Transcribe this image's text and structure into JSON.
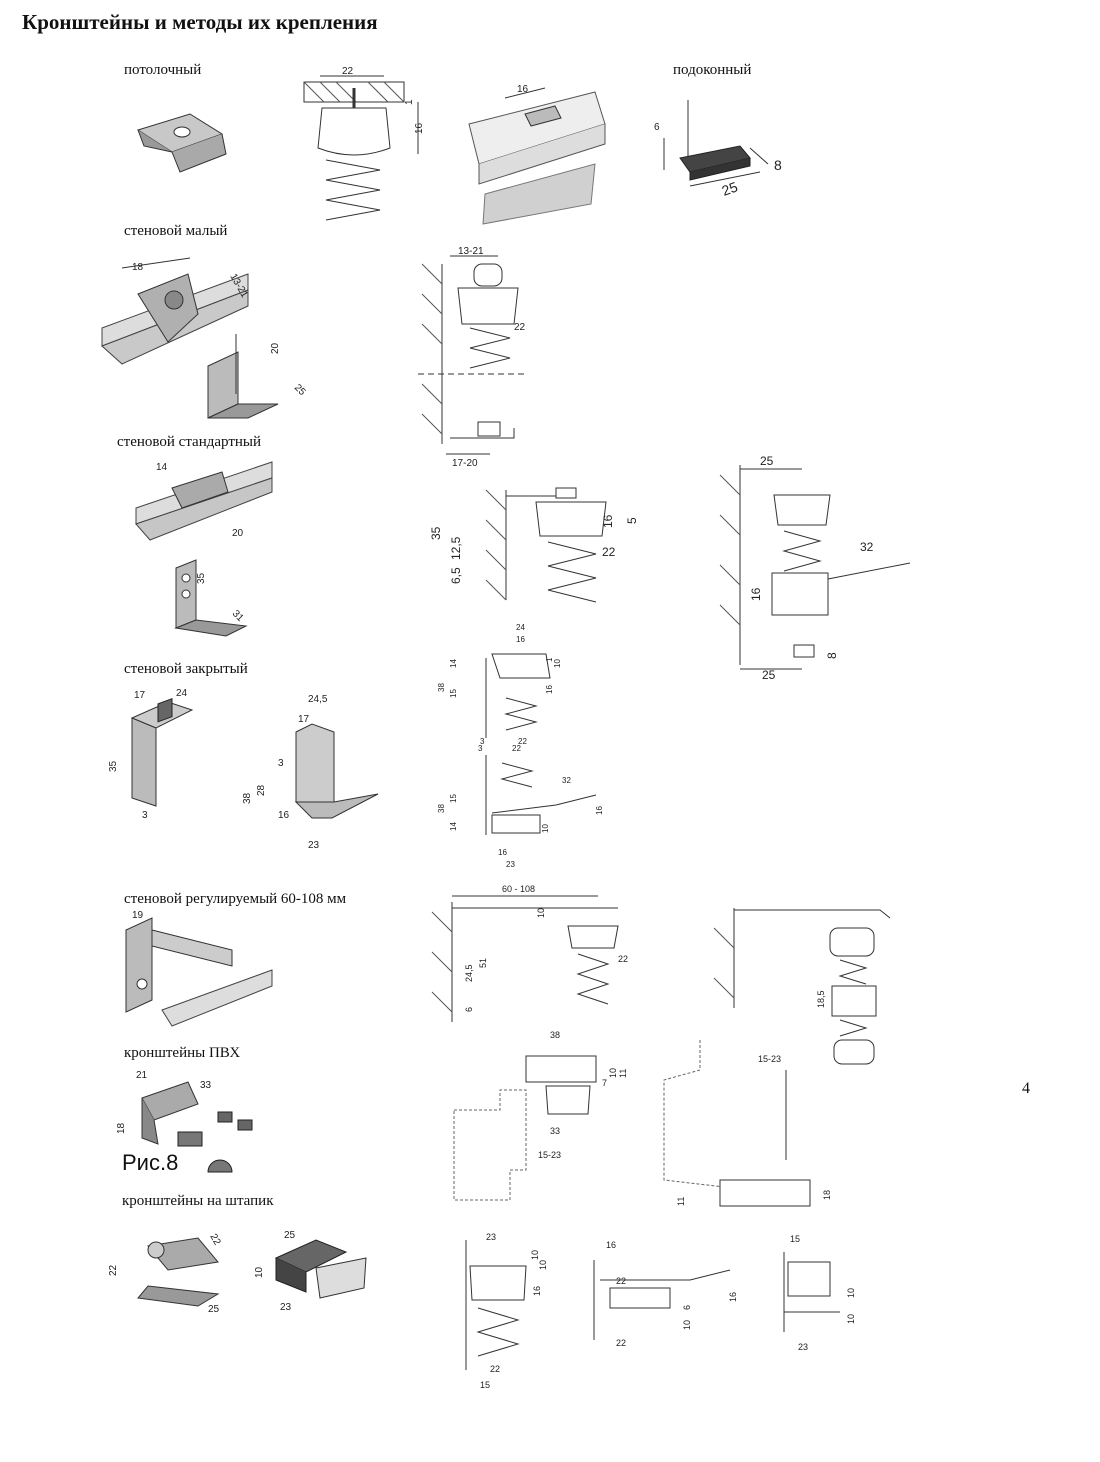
{
  "document": {
    "title": "Кронштейны и методы их крепления",
    "figure_caption": "Рис.8",
    "page_number": "4"
  },
  "sections": {
    "ceiling": "потолочный",
    "sill": "подоконный",
    "wall_small": "стеновой малый",
    "wall_standard": "стеновой стандартный",
    "wall_closed": "стеновой закрытый",
    "wall_adjustable": "стеновой регулируемый 60-108 мм",
    "pvc": "кронштейны ПВХ",
    "bead": "кронштейны на штапик"
  },
  "dims": {
    "ceiling": [
      "22",
      "1",
      "16"
    ],
    "ceiling_clip": [
      "16"
    ],
    "sill": [
      "6",
      "25",
      "8"
    ],
    "wall_small_iso": [
      "18",
      "13-21",
      "20",
      "25"
    ],
    "wall_small_draw": [
      "13-21",
      "22",
      "17-20"
    ],
    "wall_std_iso": [
      "14",
      "20",
      "35",
      "31"
    ],
    "wall_std_draw": [
      "35",
      "12,5",
      "6,5",
      "16",
      "5",
      "22"
    ],
    "wall_std_draw2": [
      "25",
      "32",
      "16",
      "8",
      "25"
    ],
    "closed_iso": [
      "17",
      "24",
      "35",
      "3"
    ],
    "closed_iso2": [
      "24,5",
      "17",
      "3",
      "38",
      "28",
      "16",
      "23"
    ],
    "closed_draw": [
      "24",
      "16",
      "14",
      "15",
      "38",
      "1",
      "10",
      "16",
      "3",
      "22"
    ],
    "closed_draw2": [
      "3",
      "22",
      "32",
      "38",
      "15",
      "14",
      "16",
      "10",
      "16",
      "23"
    ],
    "adj_iso": [
      "19"
    ],
    "adj_draw": [
      "60 - 108",
      "10",
      "51",
      "24,5",
      "6",
      "22"
    ],
    "adj_draw2": [
      "18,5"
    ],
    "pvc_iso": [
      "21",
      "33",
      "18"
    ],
    "pvc_draw": [
      "38",
      "11",
      "10",
      "7",
      "33",
      "15-23"
    ],
    "pvc_draw2": [
      "15-23",
      "11",
      "18"
    ],
    "bead_iso": [
      "22",
      "22",
      "25"
    ],
    "bead_iso2": [
      "25",
      "10",
      "23"
    ],
    "bead_draw": [
      "23",
      "10",
      "10",
      "16",
      "22",
      "15"
    ],
    "bead_draw2": [
      "16",
      "22",
      "6",
      "16",
      "10",
      "22"
    ],
    "bead_draw3": [
      "15",
      "10",
      "10",
      "23"
    ]
  },
  "colors": {
    "line": "#222222",
    "metal": "#b5b5b5",
    "metal_dark": "#7a7a7a",
    "hatch": "#555555"
  }
}
